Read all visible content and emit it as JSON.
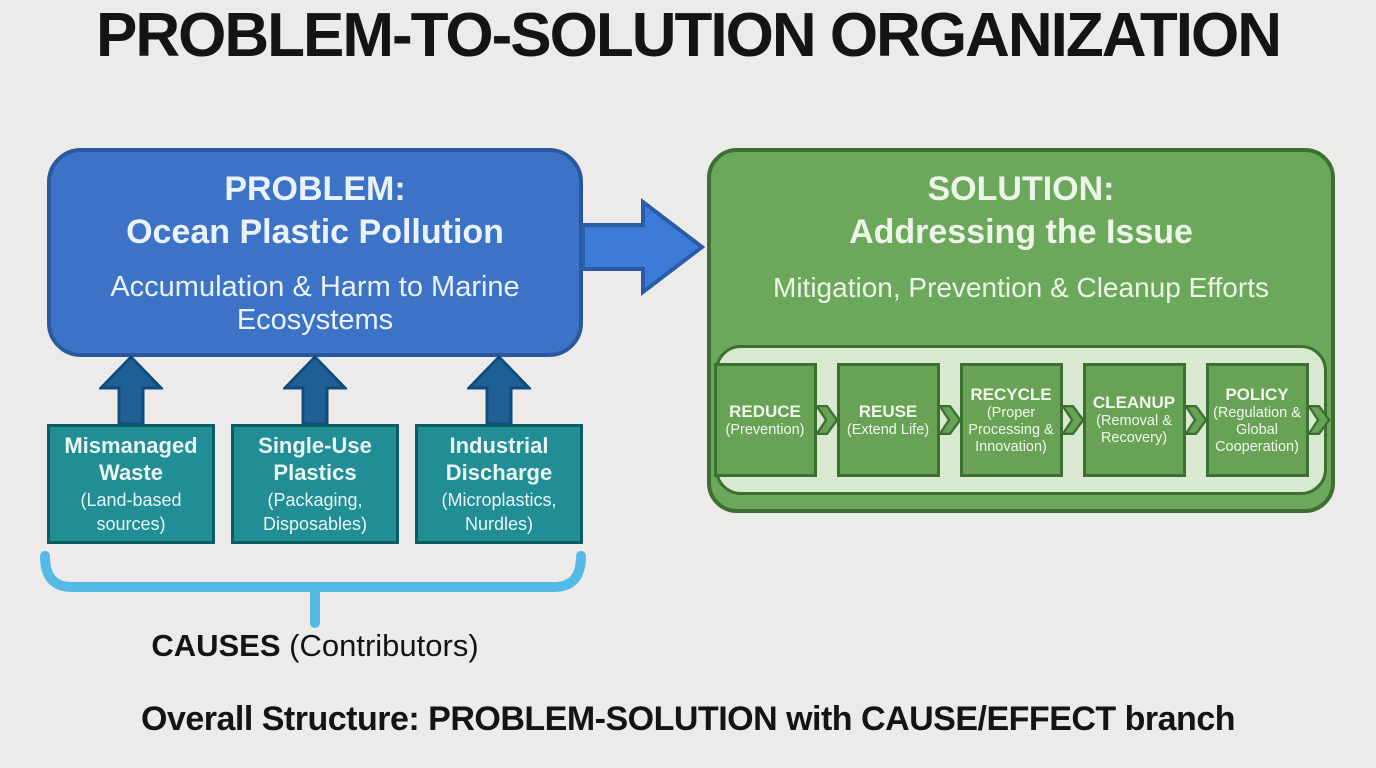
{
  "title": "PROBLEM-TO-SOLUTION ORGANIZATION",
  "problem": {
    "heading_line1": "PROBLEM:",
    "heading_line2": "Ocean Plastic Pollution",
    "subtitle": "Accumulation & Harm to Marine Ecosystems"
  },
  "solution": {
    "heading_line1": "SOLUTION:",
    "heading_line2": "Addressing the Issue",
    "subtitle": "Mitigation, Prevention & Cleanup Efforts",
    "steps": [
      {
        "title": "REDUCE",
        "subtitle": "(Prevention)"
      },
      {
        "title": "REUSE",
        "subtitle": "(Extend Life)"
      },
      {
        "title": "RECYCLE",
        "subtitle": "(Proper Processing & Innovation)"
      },
      {
        "title": "CLEANUP",
        "subtitle": "(Removal & Recovery)"
      },
      {
        "title": "POLICY",
        "subtitle": "(Regulation & Global Cooperation)"
      }
    ]
  },
  "causes": {
    "label_bold": "CAUSES",
    "label_regular": " (Contributors)",
    "items": [
      {
        "title": "Mismanaged Waste",
        "subtitle": "(Land-based sources)"
      },
      {
        "title": "Single-Use Plastics",
        "subtitle": "(Packaging, Disposables)"
      },
      {
        "title": "Industrial Discharge",
        "subtitle": "(Microplastics, Nurdles)"
      }
    ]
  },
  "footer": "Overall Structure: PROBLEM-SOLUTION with CAUSE/EFFECT branch",
  "colors": {
    "bg": "#ECEBE9",
    "ink": "#141414",
    "problem_fill": "#3D73C7",
    "problem_border": "#29589E",
    "problem_text": "#EAF2FC",
    "solution_fill": "#6CA85B",
    "solution_border": "#3C6F31",
    "solution_text": "#EDF5E8",
    "panel_fill": "#D8E9D0",
    "step_fill": "#68A255",
    "step_text": "#F2F7EE",
    "cause_fill": "#218E95",
    "cause_border": "#0C5C63",
    "cause_text": "#EAF5F5",
    "big_arrow_fill": "#3C7BD7",
    "big_arrow_border": "#2B5CA8",
    "up_arrow_fill": "#1E6095",
    "up_arrow_border": "#114B7C",
    "brace": "#53B9E6"
  }
}
